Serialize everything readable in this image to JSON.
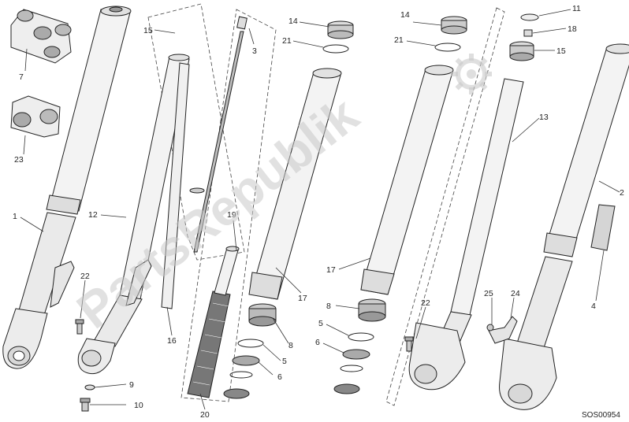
{
  "watermark": {
    "text": "PartsRepublik",
    "icon": "gear-icon"
  },
  "diagram_code": "SOS00954",
  "callouts": [
    {
      "id": "c7a",
      "label": "7"
    },
    {
      "id": "c23",
      "label": "23"
    },
    {
      "id": "c1",
      "label": "1"
    },
    {
      "id": "c15a",
      "label": "15"
    },
    {
      "id": "c3",
      "label": "3"
    },
    {
      "id": "c12",
      "label": "12"
    },
    {
      "id": "c19",
      "label": "19"
    },
    {
      "id": "c22a",
      "label": "22"
    },
    {
      "id": "c16",
      "label": "16"
    },
    {
      "id": "c9",
      "label": "9"
    },
    {
      "id": "c10",
      "label": "10"
    },
    {
      "id": "c20",
      "label": "20"
    },
    {
      "id": "c14a",
      "label": "14"
    },
    {
      "id": "c21a",
      "label": "21"
    },
    {
      "id": "c17a",
      "label": "17"
    },
    {
      "id": "c8a",
      "label": "8"
    },
    {
      "id": "c5a",
      "label": "5"
    },
    {
      "id": "c6a",
      "label": "6"
    },
    {
      "id": "c14b",
      "label": "14"
    },
    {
      "id": "c21b",
      "label": "21"
    },
    {
      "id": "c17b",
      "label": "17"
    },
    {
      "id": "c8b",
      "label": "8"
    },
    {
      "id": "c5b",
      "label": "5"
    },
    {
      "id": "c6b",
      "label": "6"
    },
    {
      "id": "c22b",
      "label": "22"
    },
    {
      "id": "c11",
      "label": "11"
    },
    {
      "id": "c18",
      "label": "18"
    },
    {
      "id": "c15b",
      "label": "15"
    },
    {
      "id": "c13",
      "label": "13"
    },
    {
      "id": "c2",
      "label": "2"
    },
    {
      "id": "c25",
      "label": "25"
    },
    {
      "id": "c24",
      "label": "24"
    },
    {
      "id": "c4",
      "label": "4"
    }
  ]
}
